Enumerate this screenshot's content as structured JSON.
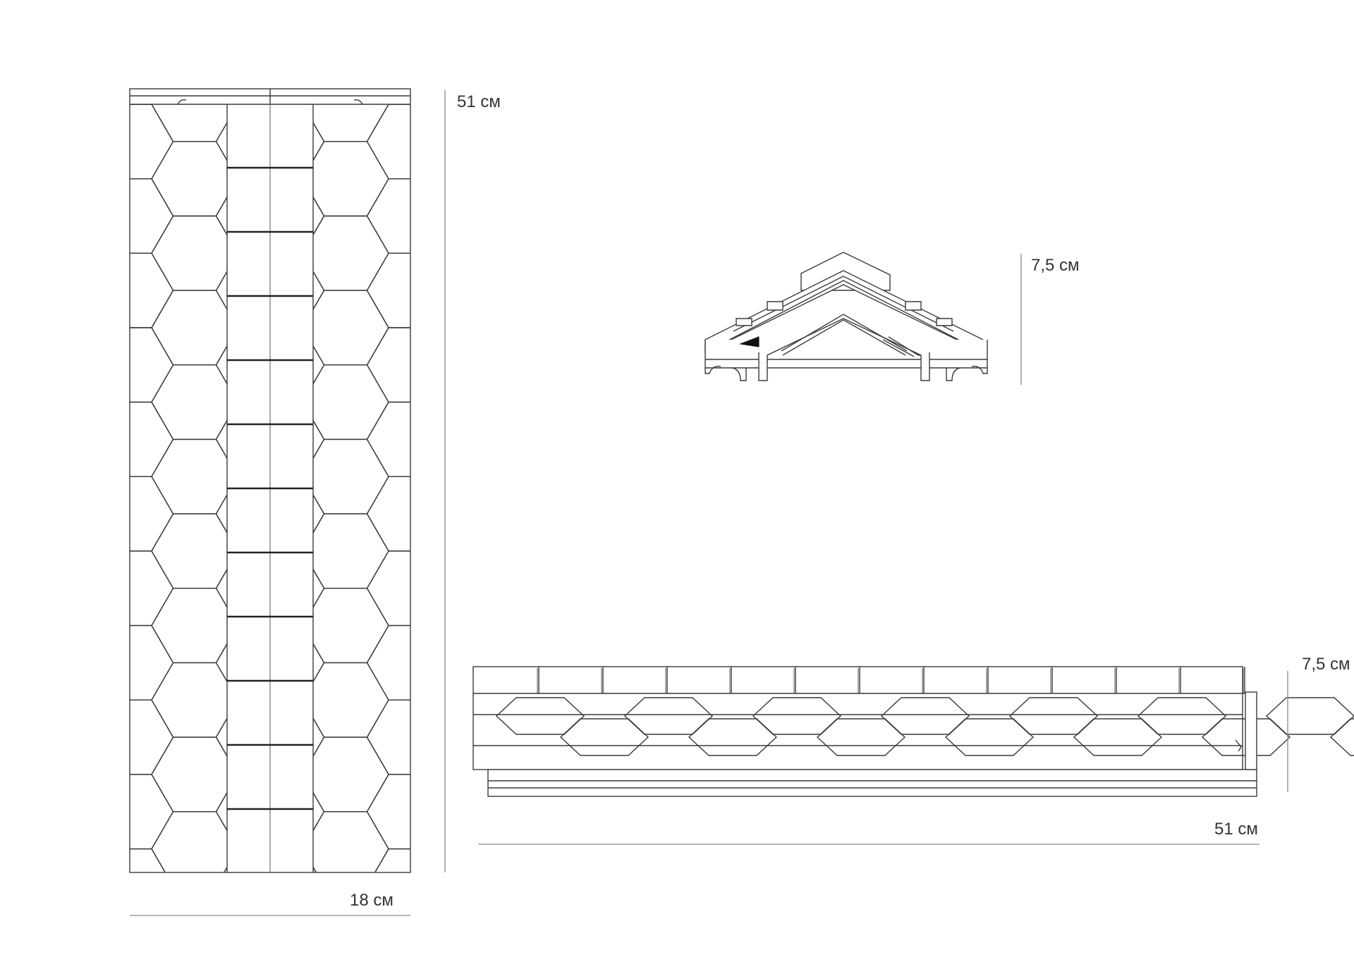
{
  "dimensions": {
    "top_view_height": "51 см",
    "top_view_width": "18 см",
    "end_view_height": "7,5 см",
    "side_view_height": "7,5 см",
    "side_view_length": "51 см"
  },
  "colors": {
    "line": "#3a3a3a",
    "dimension_line": "#8a8a8a",
    "label": "#333333",
    "background": "#ffffff"
  }
}
